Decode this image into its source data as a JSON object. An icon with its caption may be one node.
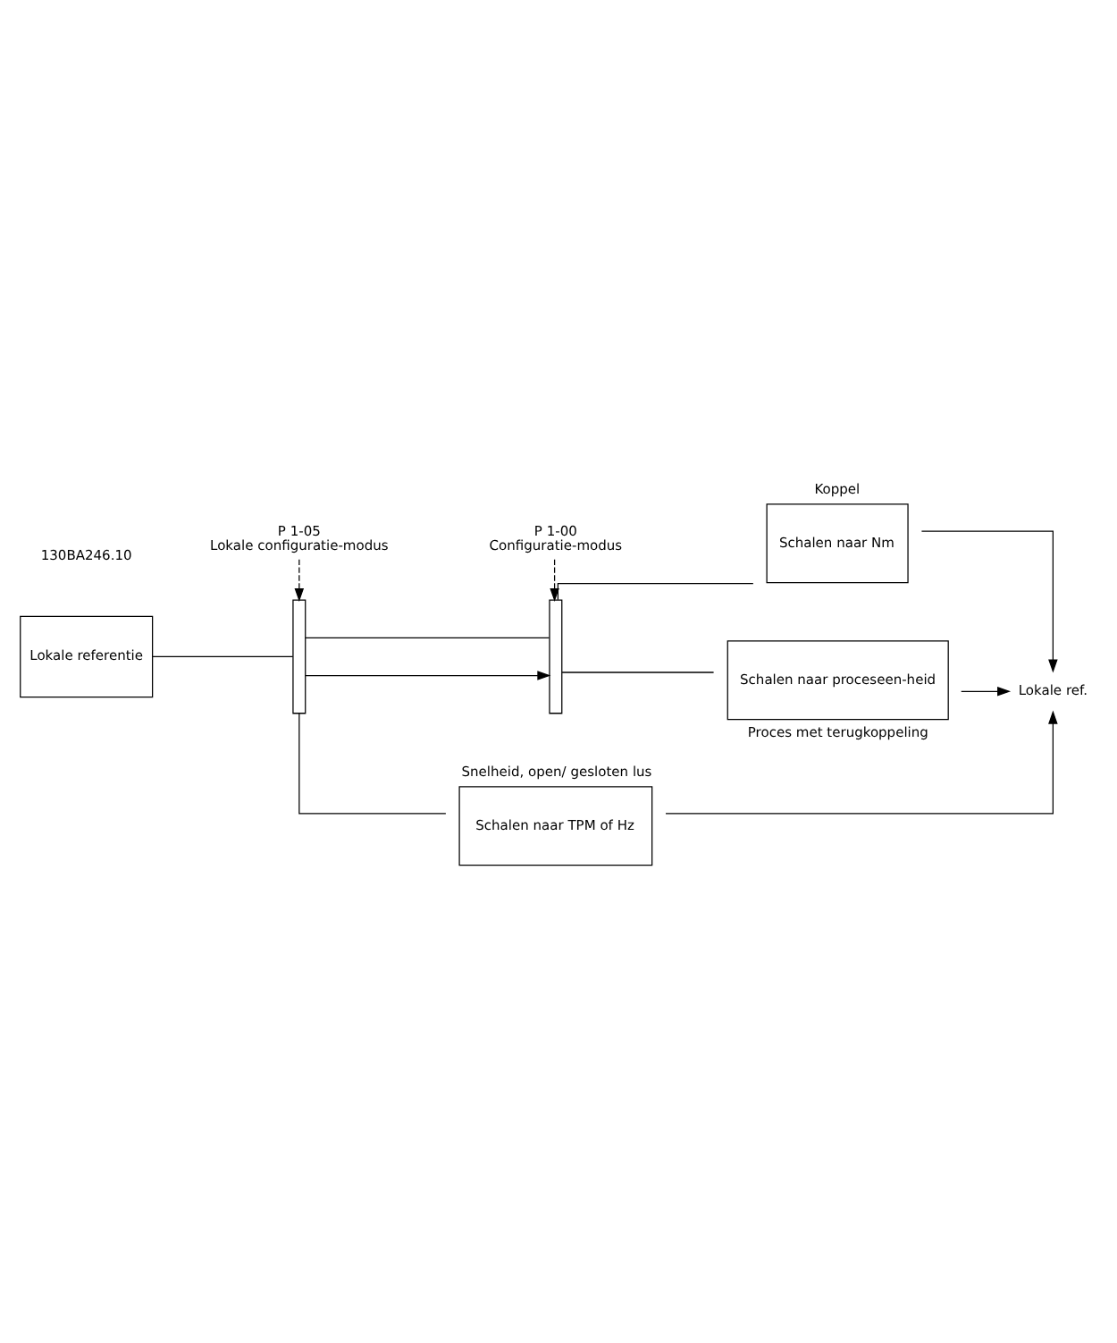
{
  "diagram": {
    "nodes": [
      {
        "text": [
          "P 1-05",
          "Lokale configuratie-modus"
        ]
      },
      {
        "text": [
          "P 1-00",
          "Configuratie-modus"
        ]
      },
      {
        "text": [
          "Lokale referentie"
        ]
      },
      {
        "text": [],
        "shape": "bar"
      },
      {
        "text": [],
        "shape": "bar"
      },
      {
        "text": [
          "Schalen naar TPM of Hz"
        ],
        "beside": [
          "Snelheid, open/ gesloten lus"
        ]
      },
      {
        "text": [
          "Schalen naar Nm"
        ],
        "beside": [
          "Koppel"
        ]
      },
      {
        "text": [
          "Schalen naar proceseen-heid"
        ],
        "beside": [
          "Proces met terugkoppeling"
        ]
      },
      {
        "text": [
          "Lokale ref."
        ]
      }
    ],
    "edges": [
      {
        "from": 0,
        "to": 3,
        "arrow": "to",
        "style": "dashed"
      },
      {
        "from": 1,
        "to": 4,
        "arrow": "to",
        "style": "dashed"
      },
      {
        "from": 2,
        "to": 3,
        "arrow": "none"
      },
      {
        "from": 3,
        "to": 5,
        "arrow": "none"
      },
      {
        "from": 3,
        "to": 4,
        "arrow": "to"
      },
      {
        "from": 3,
        "to": 4,
        "arrow": "none"
      },
      {
        "from": 4,
        "to": 6,
        "arrow": "none"
      },
      {
        "from": 4,
        "to": 7,
        "arrow": "none"
      },
      {
        "from": 5,
        "to": 8,
        "arrow": "to"
      },
      {
        "from": 6,
        "to": 8,
        "arrow": "to"
      },
      {
        "from": 7,
        "to": 8,
        "arrow": "to"
      }
    ],
    "labels": [
      "130BA246.10"
    ]
  }
}
